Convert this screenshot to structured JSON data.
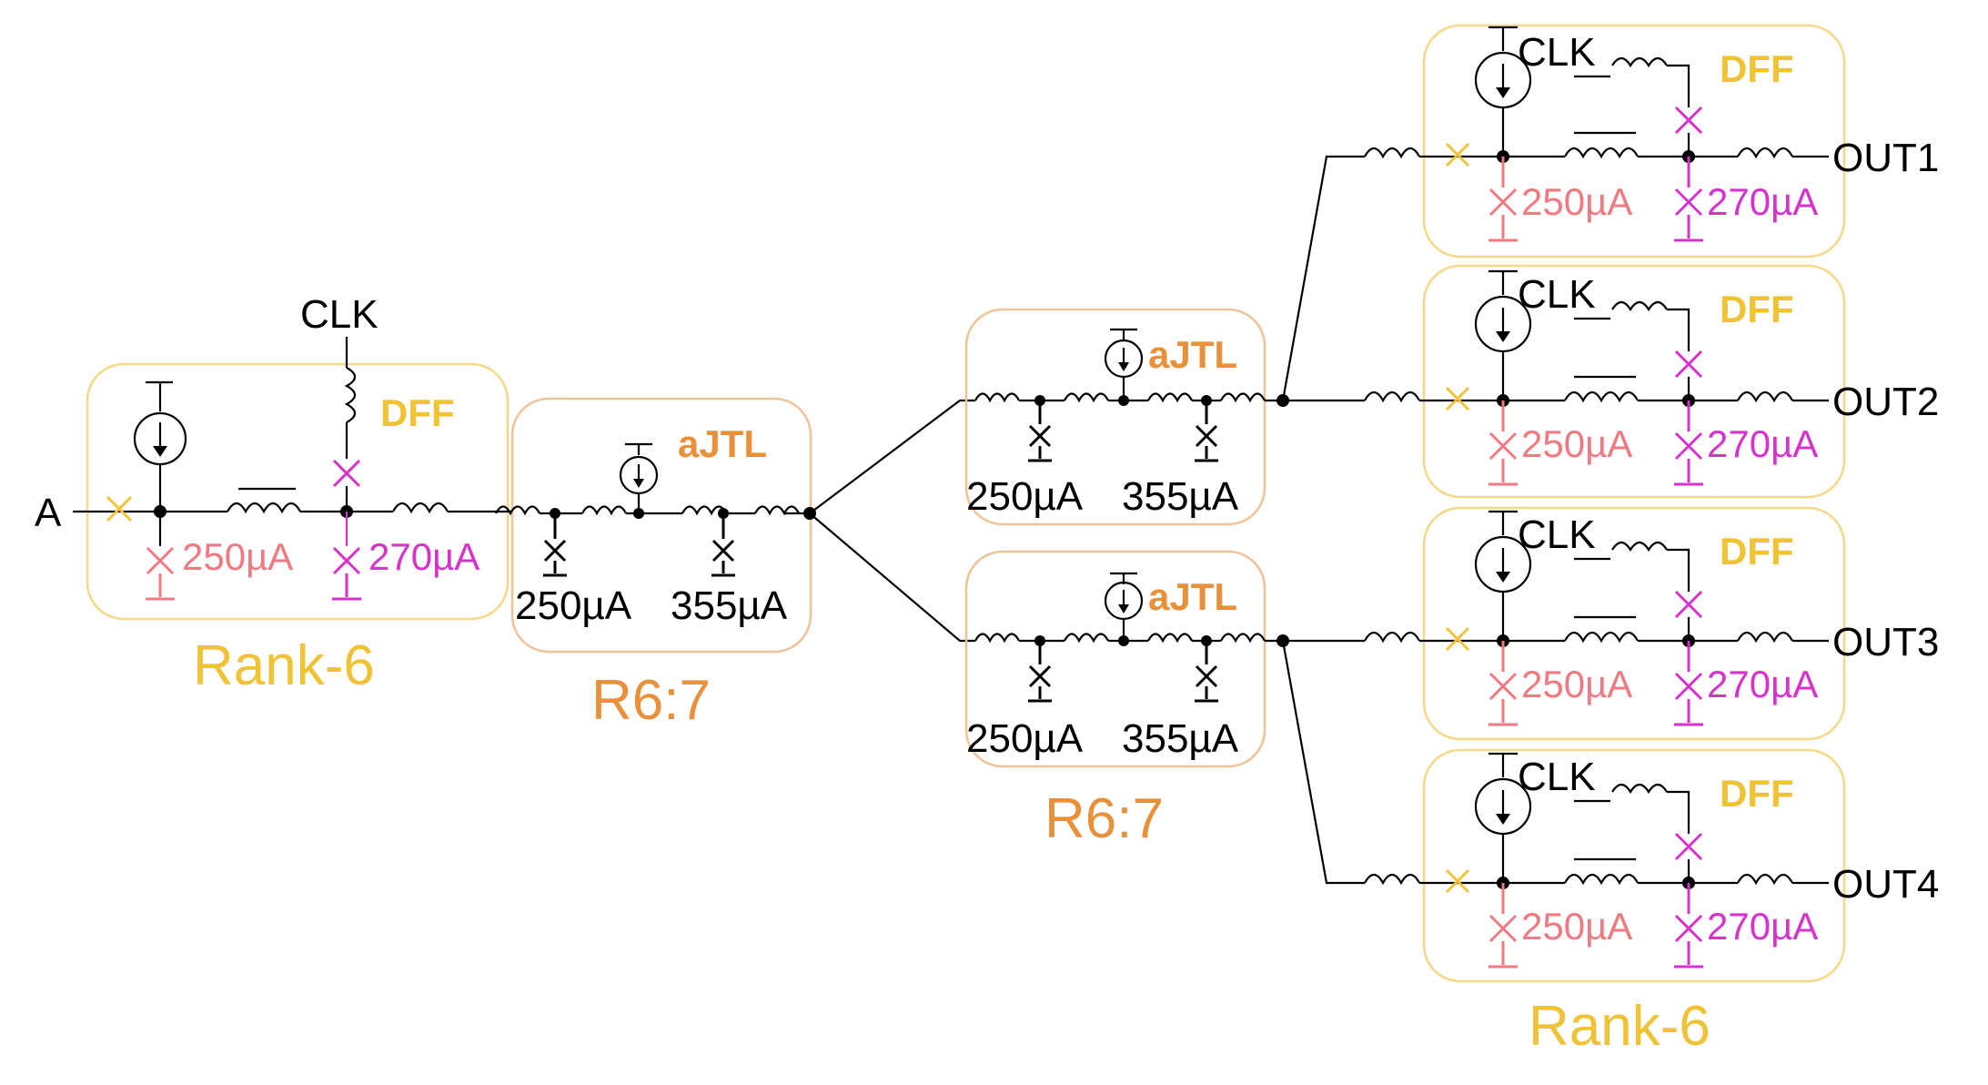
{
  "colors": {
    "rank_box": "#f5d98a",
    "jtl_box": "#f0c49a",
    "rank_label": "#f0c236",
    "dff_label": "#f0c236",
    "jtl_label": "#e8913a",
    "jj_pink": "#f07a82",
    "jj_magenta": "#d633cc",
    "jj_yellow": "#f2c23a",
    "wire": "#000000"
  },
  "input": {
    "label": "A"
  },
  "clock": {
    "label": "CLK"
  },
  "left_dff": {
    "title": "DFF",
    "jj_bias_1": "250µA",
    "jj_bias_2": "270µA",
    "caption": "Rank-6"
  },
  "splitter_1": {
    "title": "aJTL",
    "jj_bias_1": "250µA",
    "jj_bias_2": "355µA",
    "caption": "R6:7"
  },
  "splitter_top": {
    "title": "aJTL",
    "jj_bias_1": "250µA",
    "jj_bias_2": "355µA"
  },
  "splitter_bottom": {
    "title": "aJTL",
    "jj_bias_1": "250µA",
    "jj_bias_2": "355µA",
    "caption": "R6:7"
  },
  "output_dffs": [
    {
      "title": "DFF",
      "clock": "CLK",
      "jj_bias_1": "250µA",
      "jj_bias_2": "270µA",
      "output": "OUT1"
    },
    {
      "title": "DFF",
      "clock": "CLK",
      "jj_bias_1": "250µA",
      "jj_bias_2": "270µA",
      "output": "OUT2"
    },
    {
      "title": "DFF",
      "clock": "CLK",
      "jj_bias_1": "250µA",
      "jj_bias_2": "270µA",
      "output": "OUT3"
    },
    {
      "title": "DFF",
      "clock": "CLK",
      "jj_bias_1": "250µA",
      "jj_bias_2": "270µA",
      "output": "OUT4"
    }
  ],
  "right_caption": "Rank-6"
}
